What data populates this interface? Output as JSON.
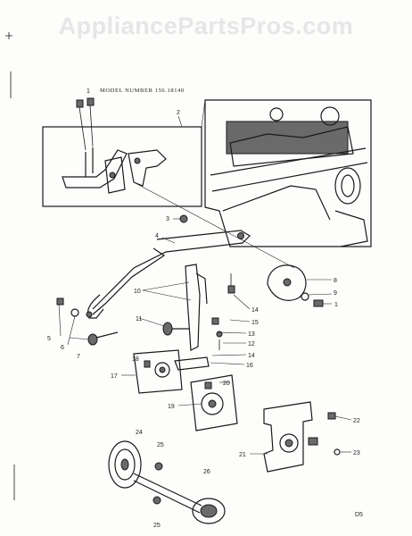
{
  "watermark": "AppliancePartsPros.com",
  "title": "MODEL NUMBER 156.18140",
  "page_code": "D5",
  "callouts": [
    "1",
    "2",
    "3",
    "4",
    "5",
    "6",
    "7",
    "8",
    "9",
    "10",
    "11",
    "12",
    "13",
    "14",
    "15",
    "16",
    "17",
    "18",
    "19",
    "20",
    "21",
    "22",
    "23",
    "24",
    "25",
    "26"
  ]
}
